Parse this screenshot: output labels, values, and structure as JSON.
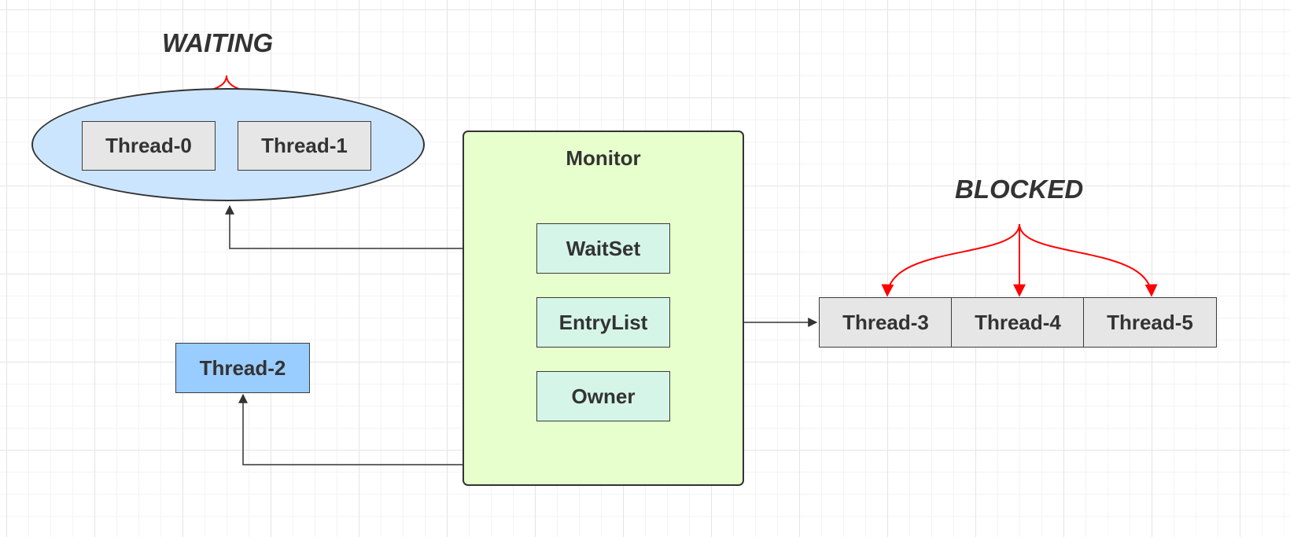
{
  "waiting": {
    "label": "WAITING",
    "threads": [
      "Thread-0",
      "Thread-1"
    ]
  },
  "blocked": {
    "label": "BLOCKED",
    "threads": [
      "Thread-3",
      "Thread-4",
      "Thread-5"
    ]
  },
  "monitor": {
    "title": "Monitor",
    "fields": [
      "WaitSet",
      "EntryList",
      "Owner"
    ]
  },
  "owner_thread": "Thread-2",
  "colors": {
    "waiting_pool_fill": "#cce5ff",
    "monitor_fill": "#e6ffcc",
    "monitor_field_fill": "#d5f5e8",
    "thread_fill": "#e6e6e6",
    "owner_thread_fill": "#99ccff",
    "fan_arrow": "#ff0000",
    "link_arrow": "#333333"
  }
}
